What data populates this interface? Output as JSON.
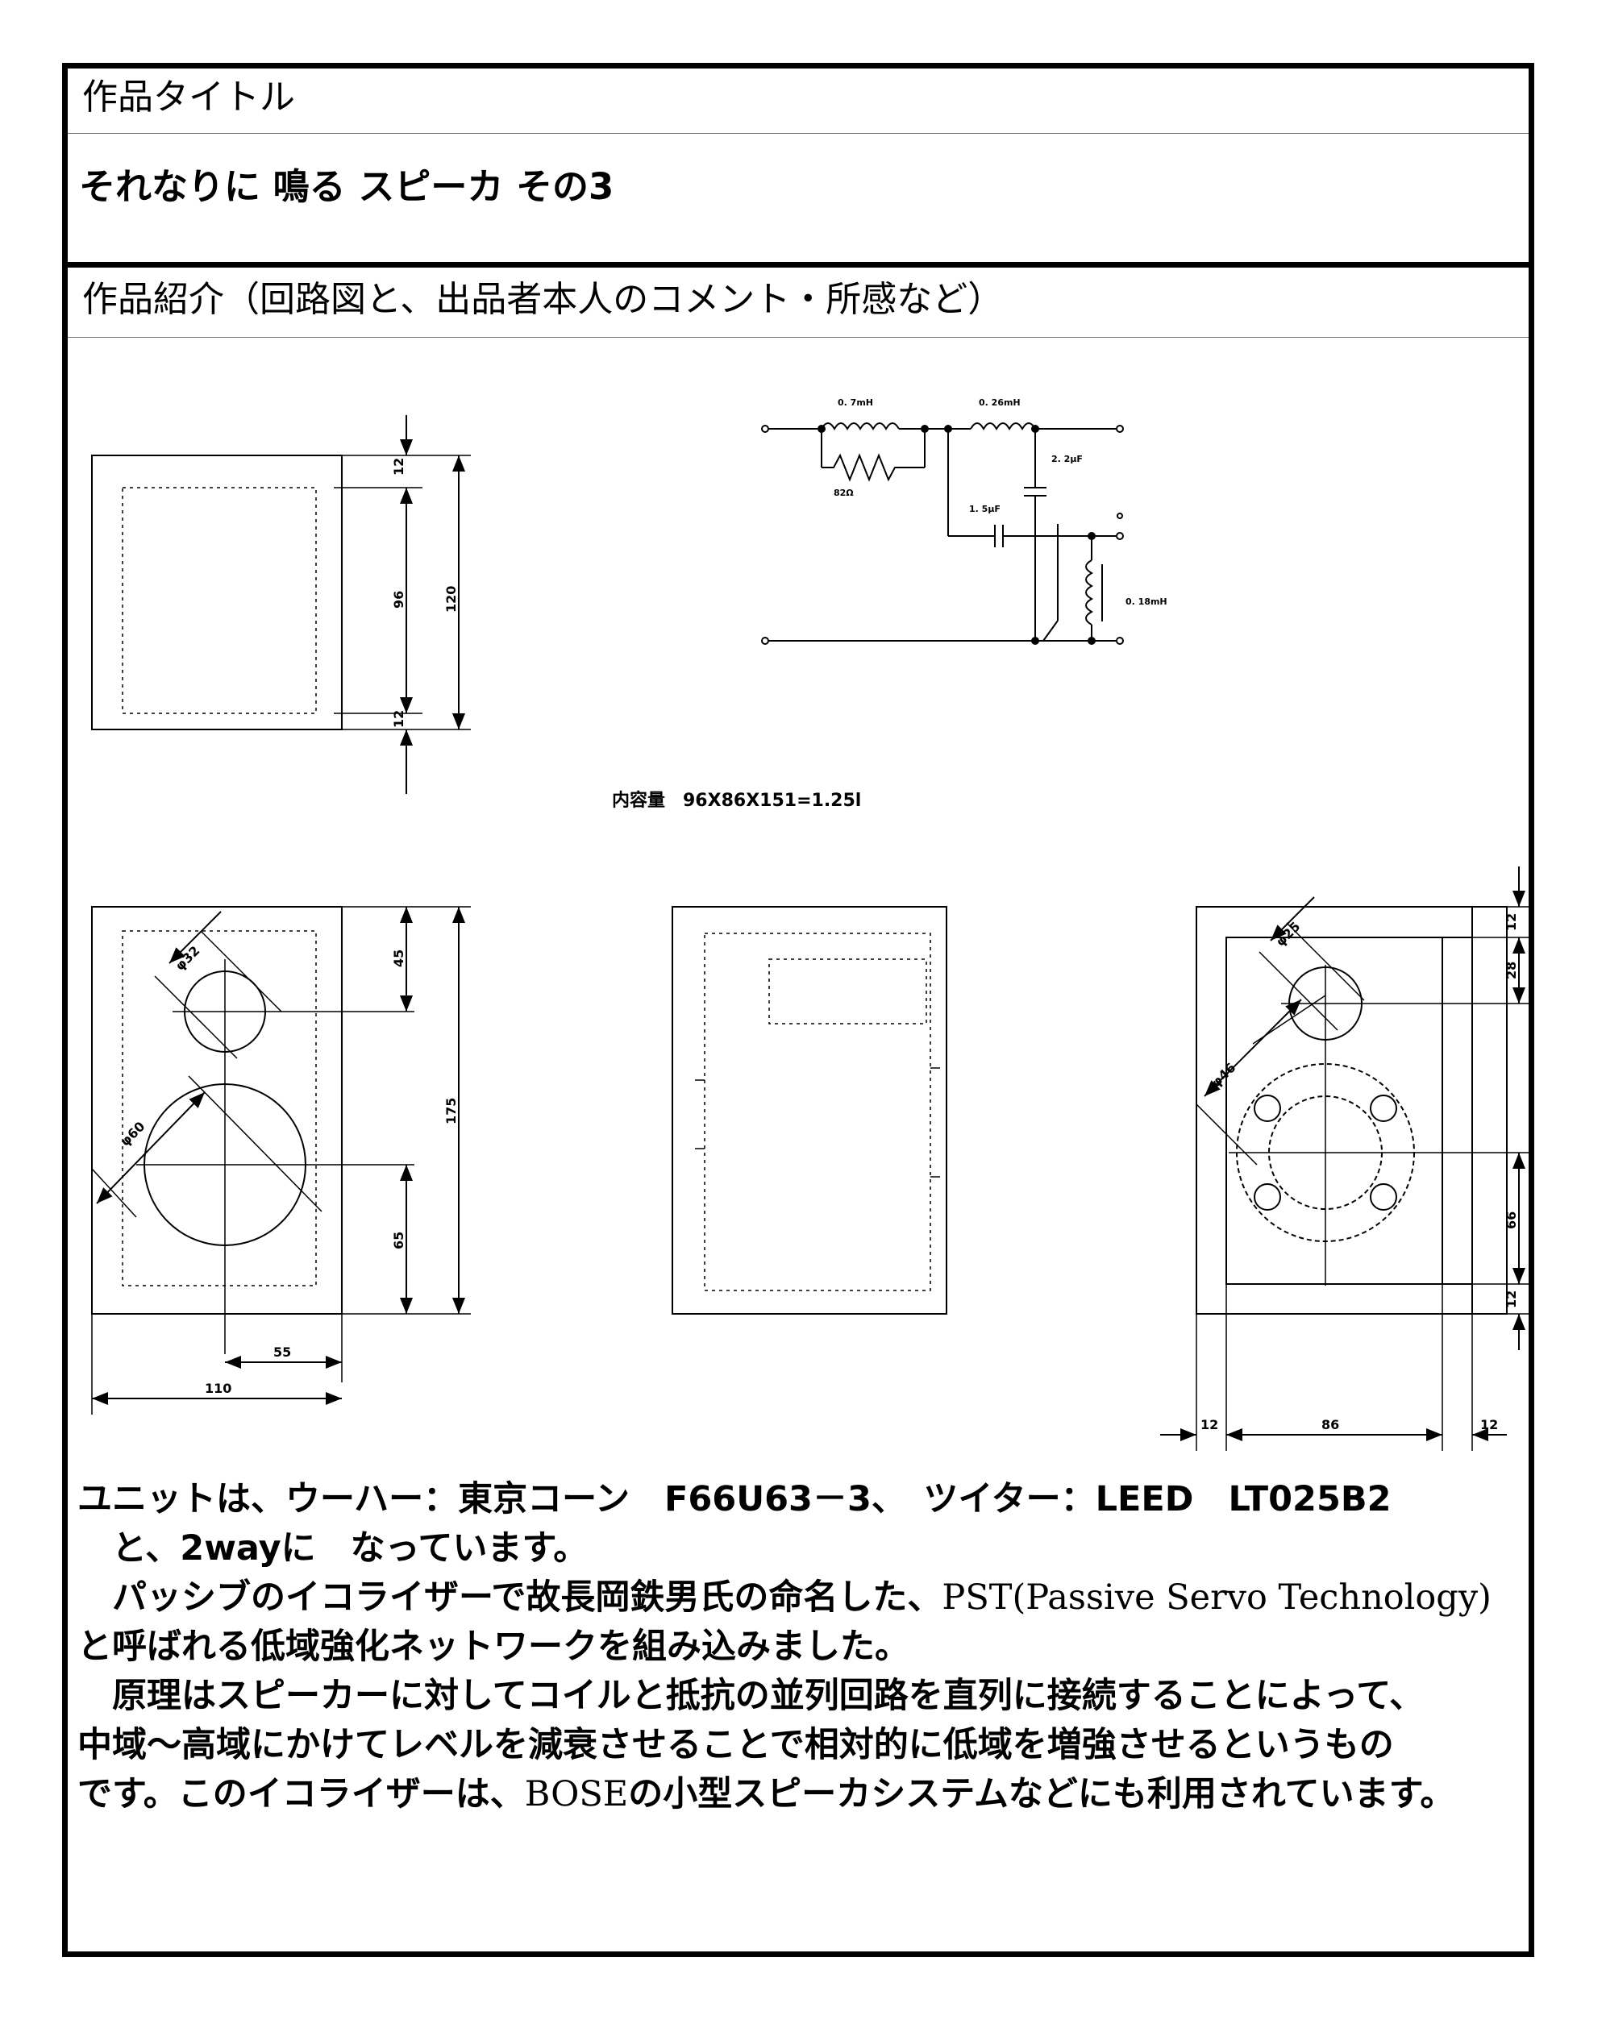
{
  "sheet": {
    "title_label": "作品タイトル",
    "title_value": "それなりに 鳴る スピーカ その3",
    "intro_label": "作品紹介（回路図と、出品者本人のコメント・所感など）"
  },
  "circuit": {
    "l1": "0. 7mH",
    "r1": "82Ω",
    "l2": "0. 26mH",
    "c1": "2. 2μF",
    "c2": "1. 5μF",
    "l3": "0. 18mH"
  },
  "drawings": {
    "top_view": {
      "dim_12a": "12",
      "dim_96": "96",
      "dim_120": "120",
      "dim_12b": "12"
    },
    "front_view": {
      "dim_45": "45",
      "dim_175": "175",
      "dim_65": "65",
      "dim_55": "55",
      "dim_110": "110",
      "dia_32": "φ32",
      "dia_60": "φ60"
    },
    "rear_view": {
      "dim_12t": "12",
      "dim_28": "28",
      "dim_66": "66",
      "dim_12b": "12",
      "dim_12l": "12",
      "dim_86": "86",
      "dim_12r": "12",
      "dia_25": "φ25",
      "dia_46": "φ46"
    },
    "volume_caption": "内容量　96X86X151=1.25l"
  },
  "description": {
    "line1": "ユニットは、ウーハー：東京コーン　F66U63－3、　ツイター：LEED　LT025B2",
    "line2": "　と、2wayに　なっています。",
    "line3a": "　パッシブのイコライザーで故長岡鉄男氏の命名した、",
    "line3b": "PST(Passive Servo Technology)",
    "line4": "と呼ばれる低域強化ネットワークを組み込みました。",
    "line5": "　原理はスピーカーに対してコイルと抵抗の並列回路を直列に接続することによって、",
    "line6": "中域～高域にかけてレベルを減衰させることで相対的に低域を増強させるというもの",
    "line7a": "です。このイコライザーは、",
    "line7b": "BOSE",
    "line7c": "の小型スピーカシステムなどにも利用されています。"
  }
}
